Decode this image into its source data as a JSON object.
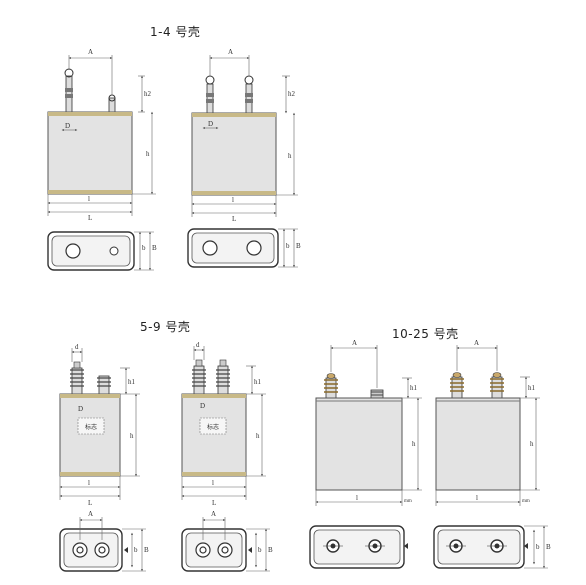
{
  "sections": {
    "s1": {
      "title": "1-4 号壳"
    },
    "s2": {
      "title": "5-9 号壳"
    },
    "s3": {
      "title": "10-25 号壳"
    }
  },
  "dims": {
    "A": "A",
    "D": "D",
    "h": "h",
    "h1": "h1",
    "h2": "h2",
    "l": "l",
    "L": "L",
    "b": "b",
    "B": "B",
    "d": "d",
    "mm": "mm"
  },
  "labels": {
    "marker": "标志"
  },
  "colors": {
    "line": "#333333",
    "body": "#e3e3e3",
    "body_edge": "#555555",
    "band": "#c8b987",
    "dim": "#666666"
  }
}
